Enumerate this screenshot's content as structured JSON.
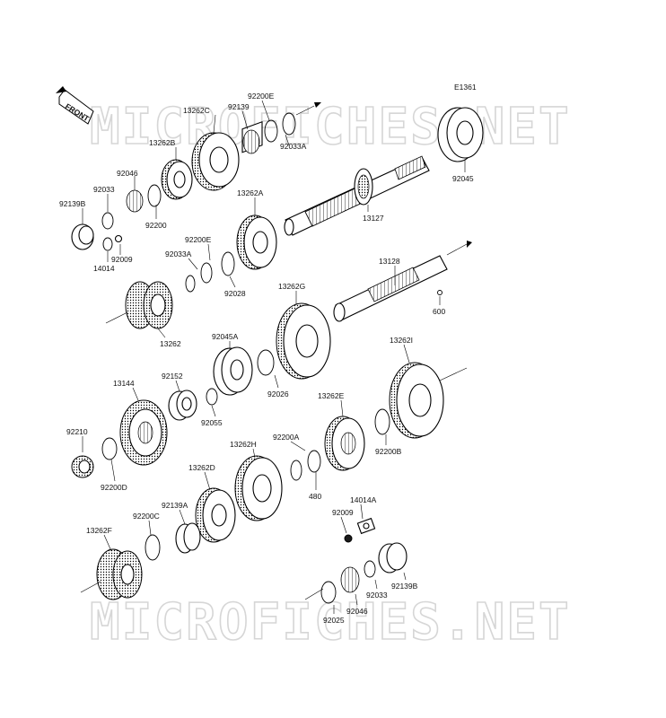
{
  "watermark": "MICROFICHES.NET",
  "diagram_code": "E1361",
  "front_label": "FRONT",
  "part_labels": {
    "p13262C": "13262C",
    "p92200E_top": "92200E",
    "p92139": "92139",
    "p92033A_top": "92033A",
    "p13262B": "13262B",
    "p92046_top": "92046",
    "p92033_top": "92033",
    "p92200": "92200",
    "p92139B_top": "92139B",
    "p92009_top": "92009",
    "p14014": "14014",
    "p92045": "92045",
    "p13127": "13127",
    "p13262A": "13262A",
    "p92200E_mid": "92200E",
    "p92033A_mid": "92033A",
    "p92028": "92028",
    "p13128": "13128",
    "p600": "600",
    "p13262G": "13262G",
    "p13262": "13262",
    "p92045A": "92045A",
    "p92152": "92152",
    "p92026": "92026",
    "p13144": "13144",
    "p92055": "92055",
    "p13262I": "13262I",
    "p13262E": "13262E",
    "p92210": "92210",
    "p92200D": "92200D",
    "p92200A": "92200A",
    "p13262H": "13262H",
    "p92200B": "92200B",
    "p480": "480",
    "p13262D": "13262D",
    "p14014A": "14014A",
    "p92139A": "92139A",
    "p92009_bot": "92009",
    "p92200C": "92200C",
    "p13262F": "13262F",
    "p92033_bot": "92033",
    "p92139B_bot": "92139B",
    "p92046_bot": "92046",
    "p92025": "92025"
  }
}
